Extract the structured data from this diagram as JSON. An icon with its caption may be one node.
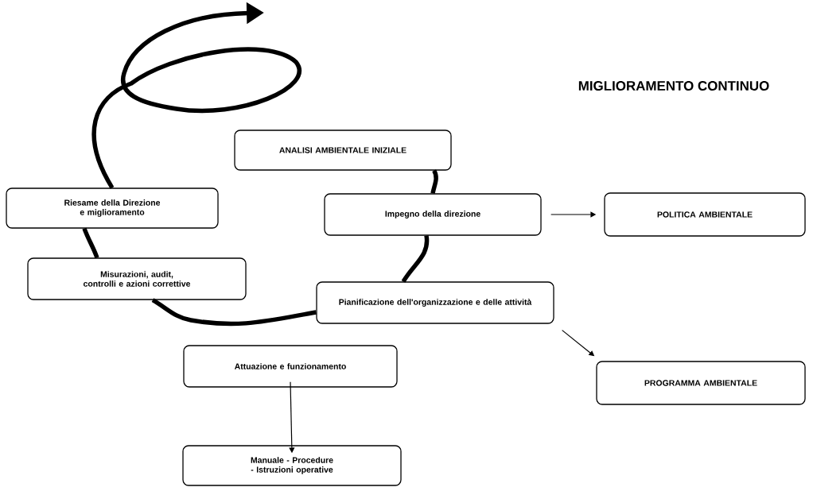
{
  "diagram": {
    "title": "MIGLIORAMENTO CONTINUO",
    "nodes": [
      {
        "text": [
          "ANALISI AMBIENTALE INIZIALE"
        ]
      },
      {
        "text": [
          "Riesame della Direzione e miglioramento"
        ]
      },
      {
        "text": [
          "Impegno della direzione"
        ]
      },
      {
        "text": [
          "POLITICA AMBIENTALE"
        ]
      },
      {
        "text": [
          "Misurazioni, audit, controlli e azioni correttive"
        ]
      },
      {
        "text": [
          "Pianificazione dell'organizzazione e delle attività"
        ]
      },
      {
        "text": [
          "Attuazione e funzionamento"
        ]
      },
      {
        "text": [
          "PROGRAMMA AMBIENTALE"
        ]
      },
      {
        "text": [
          "Manuale - Procedure - Istruzioni operative"
        ]
      }
    ],
    "edges": [
      {
        "from": 0,
        "to": 2,
        "arrow": "none"
      },
      {
        "from": 2,
        "to": 5,
        "arrow": "none"
      },
      {
        "from": 5,
        "to": 4,
        "arrow": "none"
      },
      {
        "from": 4,
        "to": 1,
        "arrow": "none"
      },
      {
        "from": 1,
        "to": null,
        "arrow": "to"
      },
      {
        "from": 2,
        "to": 3,
        "arrow": "to"
      },
      {
        "from": 5,
        "to": 7,
        "arrow": "to"
      },
      {
        "from": 6,
        "to": 8,
        "arrow": "to"
      }
    ]
  }
}
